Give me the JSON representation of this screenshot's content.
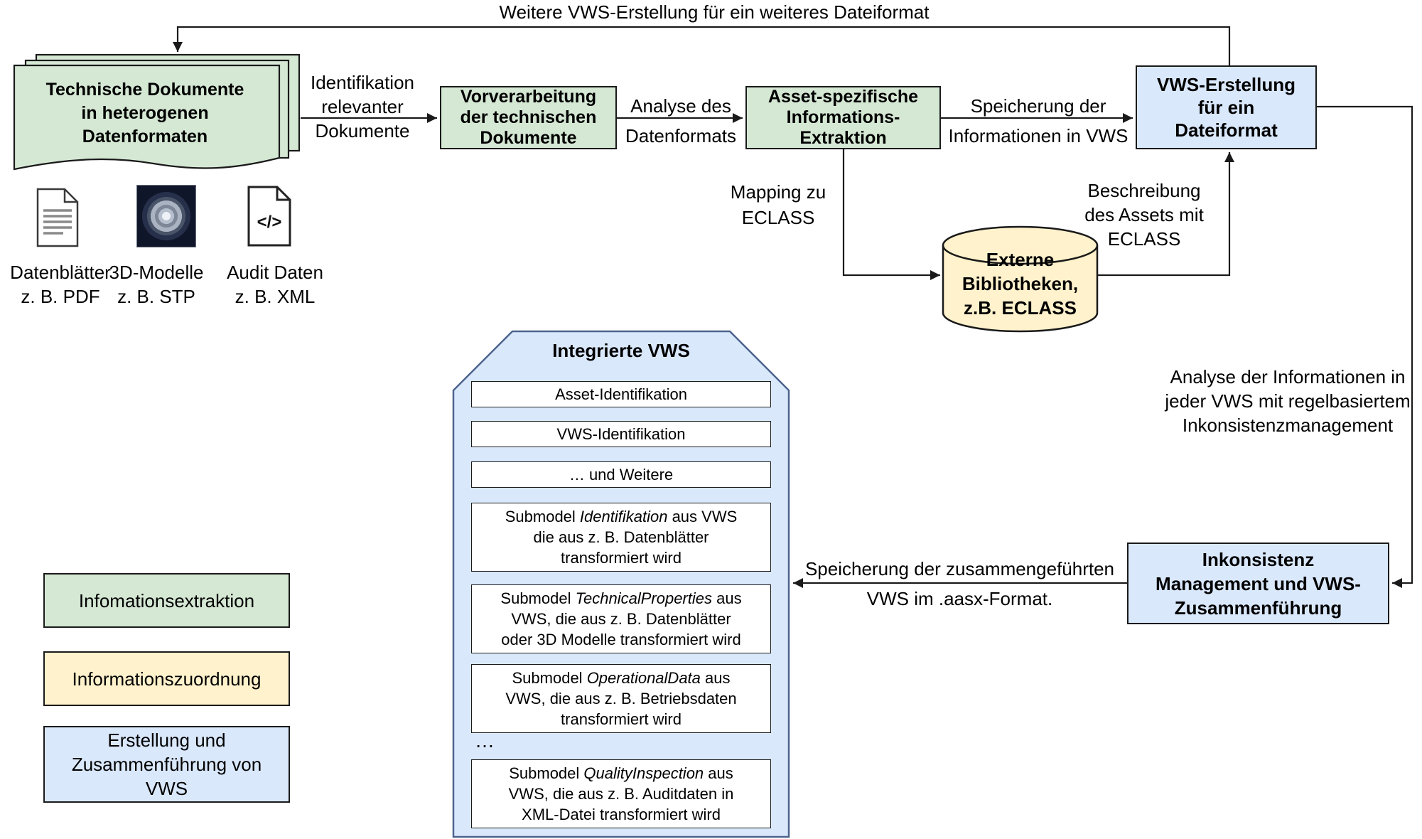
{
  "colors": {
    "extraction_green": "#d5e8d4",
    "mapping_yellow": "#fff2cc",
    "vws_blue": "#dae8fc",
    "line": "#1a1a1a",
    "pentagon_border": "#4d648d"
  },
  "top_loop_label": "Weitere VWS-Erstellung für ein weiteres Dateiformat",
  "source_stack": {
    "lines": [
      "Technische Dokumente",
      "in heterogenen",
      "Datenformaten"
    ]
  },
  "flow_labels": {
    "identifikation": [
      "Identifikation",
      "relevanter",
      "Dokumente"
    ],
    "analyse": [
      "Analyse des",
      "Datenformats"
    ],
    "speicherung_vws": [
      "Speicherung der",
      "Informationen in VWS"
    ],
    "mapping_eclass": [
      "Mapping zu",
      "ECLASS"
    ],
    "beschreibung": [
      "Beschreibung",
      "des Assets mit",
      "ECLASS"
    ],
    "analyse_inkonsistenz": [
      "Analyse der Informationen in",
      "jeder VWS mit regelbasiertem",
      "Inkonsistenzmanagement"
    ],
    "speicherung_aasx": [
      "Speicherung der zusammengeführten",
      "VWS im .aasx-Format."
    ]
  },
  "process_boxes": {
    "vorverarbeitung": {
      "lines": [
        "Vorverarbeitung",
        "der technischen",
        "Dokumente"
      ]
    },
    "asset_extraktion": {
      "lines": [
        "Asset-spezifische",
        "Informations-",
        "Extraktion"
      ]
    },
    "vws_erstellung": {
      "lines": [
        "VWS-Erstellung",
        "für ein",
        "Dateiformat"
      ]
    },
    "inkonsistenz_management": {
      "lines": [
        "Inkonsistenz",
        "Management und VWS-",
        "Zusammenführung"
      ]
    }
  },
  "external_library": {
    "lines": [
      "Externe",
      "Bibliotheken,",
      "z.B. ECLASS"
    ]
  },
  "file_types": [
    {
      "line1": "Datenblätter",
      "line2": "z. B. PDF"
    },
    {
      "line1": "3D-Modelle",
      "line2": "z. B. STP"
    },
    {
      "line1": "Audit Daten",
      "line2": "z. B. XML"
    }
  ],
  "icons": {
    "code_glyph": "</>"
  },
  "integrated_vws": {
    "title": "Integrierte VWS",
    "header_boxes": [
      "Asset-Identifikation",
      "VWS-Identifikation",
      "… und Weitere"
    ],
    "ellipsis": "…",
    "submodels": [
      {
        "l1_pre": "Submodel ",
        "l1_em": "Identifikation",
        "l1_post": " aus VWS",
        "l2": "die aus z. B. Datenblätter",
        "l3": "transformiert wird"
      },
      {
        "l1_pre": "Submodel ",
        "l1_em": "TechnicalProperties",
        "l1_post": " aus",
        "l2": "VWS, die aus z. B. Datenblätter",
        "l3": "oder 3D Modelle transformiert wird"
      },
      {
        "l1_pre": "Submodel ",
        "l1_em": "OperationalData",
        "l1_post": " aus",
        "l2": "VWS, die aus z. B. Betriebsdaten",
        "l3": "transformiert wird"
      },
      {
        "l1_pre": "Submodel ",
        "l1_em": "QualityInspection",
        "l1_post": " aus",
        "l2": "VWS, die aus z. B. Auditdaten in",
        "l3": "XML-Datei transformiert wird"
      }
    ]
  },
  "legend": [
    {
      "lines": [
        "Infomationsextraktion"
      ],
      "color": "#d5e8d4"
    },
    {
      "lines": [
        "Informationszuordnung"
      ],
      "color": "#fff2cc"
    },
    {
      "lines": [
        "Erstellung und",
        "Zusammenführung von",
        "VWS"
      ],
      "color": "#dae8fc"
    }
  ]
}
